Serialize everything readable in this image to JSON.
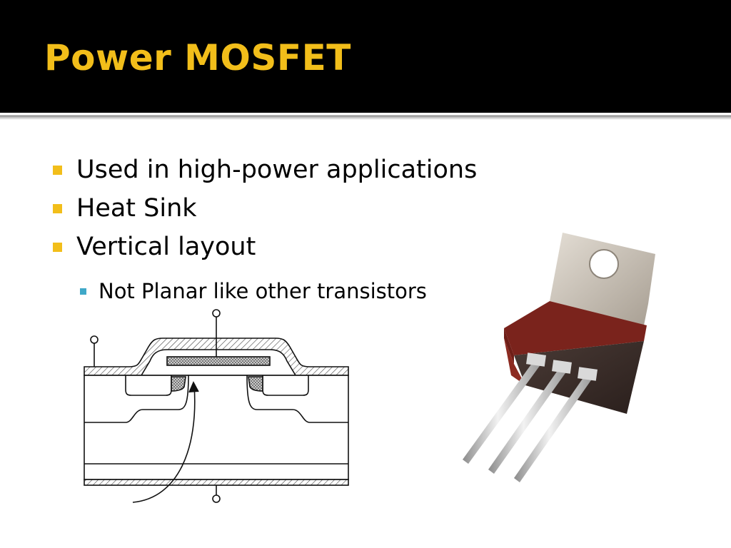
{
  "slide": {
    "title": "Power MOSFET",
    "bullets": [
      "Used in high-power applications",
      "Heat Sink",
      "Vertical layout"
    ],
    "sub_bullets": [
      "Not Planar like other transistors"
    ],
    "colors": {
      "title_text": "#f2be1a",
      "title_background": "#000000",
      "bullet_marker": "#f2be1a",
      "sub_bullet_marker": "#3fa8c8"
    }
  }
}
